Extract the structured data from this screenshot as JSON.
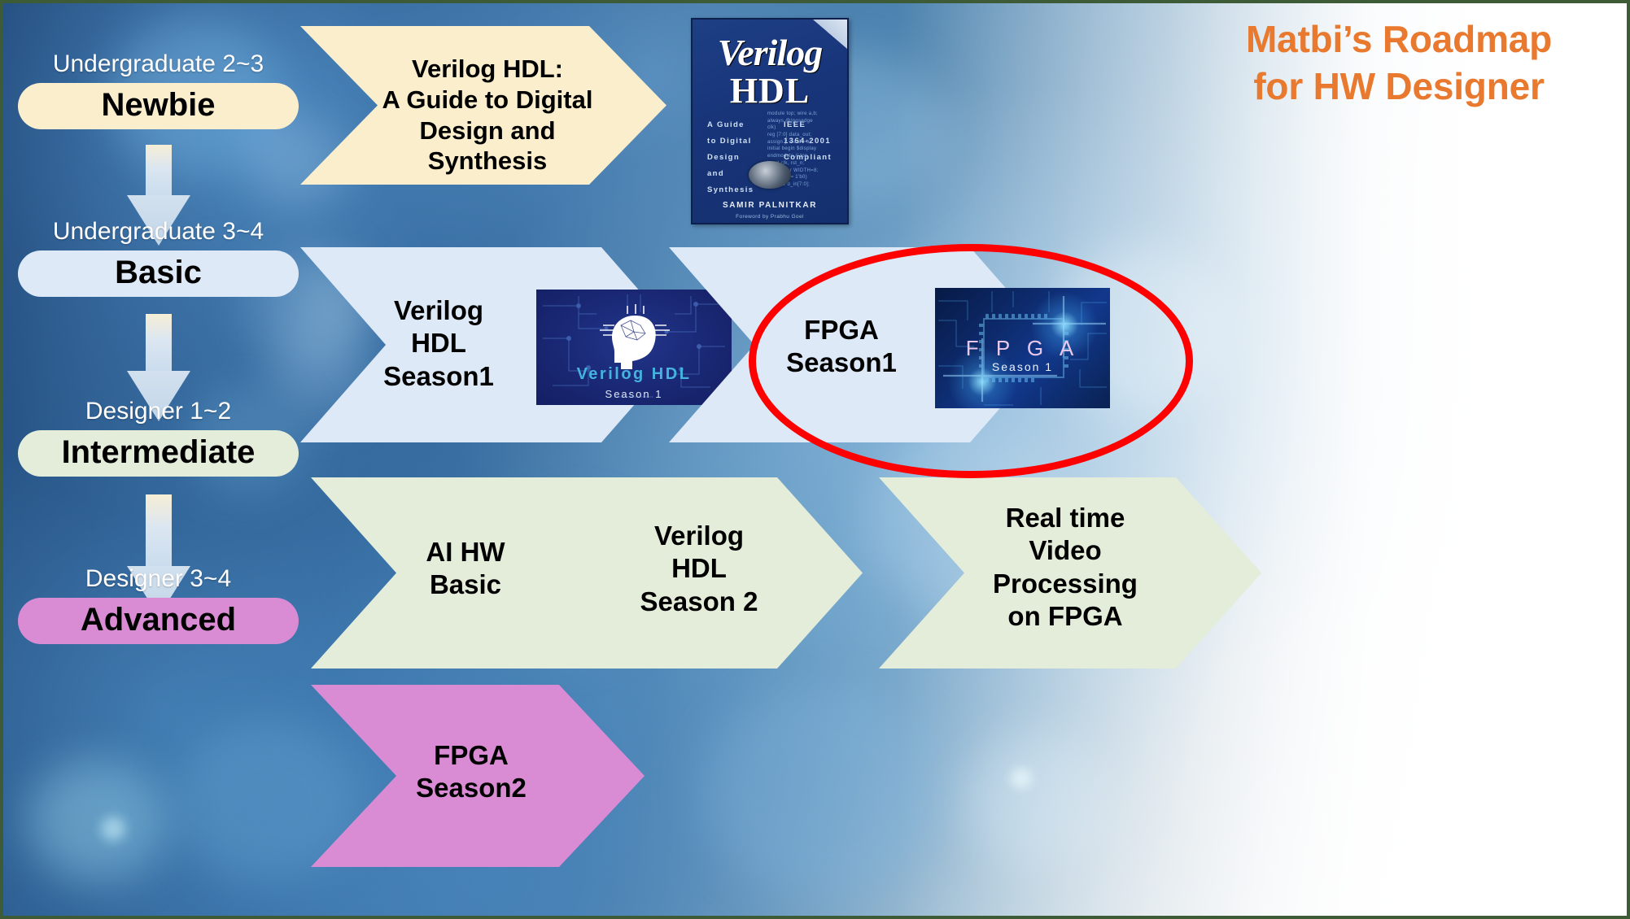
{
  "title": {
    "line1": "Matbi’s Roadmap",
    "line2": "for HW Designer",
    "color": "#e8792e"
  },
  "stages": [
    {
      "sub": "Undergraduate 2~3",
      "label": "Newbie",
      "pill_color": "#fbeecd"
    },
    {
      "sub": "Undergraduate 3~4",
      "label": "Basic",
      "pill_color": "#dde9f7"
    },
    {
      "sub": "Designer 1~2",
      "label": "Intermediate",
      "pill_color": "#e3edd9"
    },
    {
      "sub": "Designer 3~4",
      "label": "Advanced",
      "pill_color": "#d98bd4"
    }
  ],
  "rows": [
    {
      "name": "newbie-row",
      "fill": "#fbeecd",
      "items": [
        {
          "label": "Verilog HDL:\nA Guide to Digital\nDesign and\nSynthesis"
        }
      ]
    },
    {
      "name": "basic-row",
      "fill": "#dde9f7",
      "items": [
        {
          "label": "Verilog\nHDL\nSeason1"
        },
        {
          "label": "FPGA\nSeason1"
        }
      ]
    },
    {
      "name": "intermediate-row",
      "fill": "#e3edd9",
      "border": "#2e5f96",
      "items": [
        {
          "label": "AI HW\nBasic"
        },
        {
          "label": "Verilog\nHDL\nSeason 2"
        },
        {
          "label": "Real time\nVideo\nProcessing\non FPGA"
        }
      ]
    },
    {
      "name": "advanced-row",
      "fill": "#d98bd4",
      "items": [
        {
          "label": "FPGA\nSeason2"
        }
      ]
    }
  ],
  "media": {
    "book": {
      "title_line1": "Verilog",
      "title_line2": "HDL",
      "col_left": "A Guide\nto Digital\nDesign\nand\nSynthesis",
      "col_right": "IEEE\n1364-2001\nCompliant",
      "author": "SAMIR PALNITKAR",
      "foreword": "Foreword by Prabhu Goel"
    },
    "verilog_course": {
      "title": "Verilog HDL",
      "subtitle": "Season 1"
    },
    "fpga_course": {
      "title": "F P G A",
      "subtitle": "Season 1"
    }
  },
  "annotation": {
    "type": "ellipse-highlight",
    "color": "#ff0000",
    "target": "FPGA Season1"
  }
}
